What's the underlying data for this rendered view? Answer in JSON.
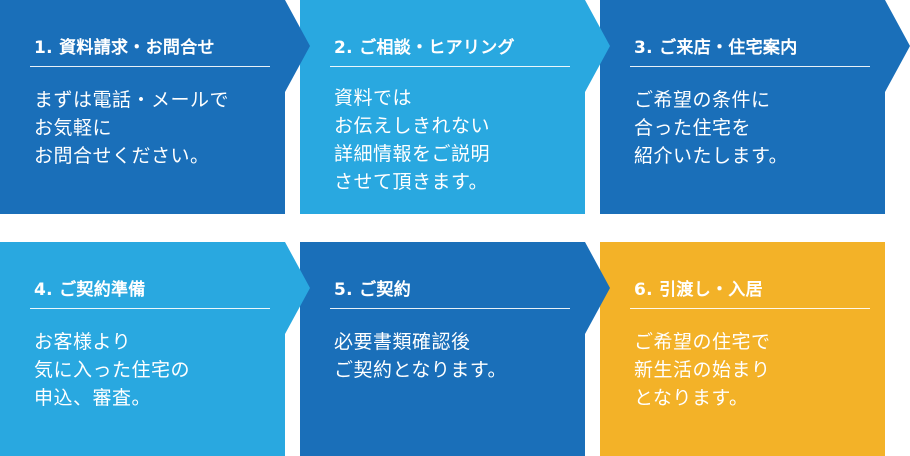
{
  "colors": {
    "dark_blue": "#1a6fb9",
    "light_blue": "#29a8e0",
    "yellow": "#f3b228",
    "text": "#ffffff"
  },
  "steps": [
    {
      "title": "1. 資料請求・お問合せ",
      "color": "#1a6fb9",
      "lines": [
        "まずは電話・メールで",
        "お気軽に",
        "お問合せください。"
      ]
    },
    {
      "title": "2. ご相談・ヒアリング",
      "color": "#29a8e0",
      "lines": [
        "資料では",
        "お伝えしきれない",
        "詳細情報をご説明",
        "させて頂きます。"
      ]
    },
    {
      "title": "3. ご来店・住宅案内",
      "color": "#1a6fb9",
      "lines": [
        "ご希望の条件に",
        "合った住宅を",
        "紹介いたします。"
      ]
    },
    {
      "title": "4. ご契約準備",
      "color": "#29a8e0",
      "lines": [
        "お客様より",
        "気に入った住宅の",
        "申込、審査。"
      ]
    },
    {
      "title": "5. ご契約",
      "color": "#1a6fb9",
      "lines": [
        "必要書類確認後",
        "ご契約となります。"
      ]
    },
    {
      "title": "6. 引渡し・入居",
      "color": "#f3b228",
      "lines": [
        "ご希望の住宅で",
        "新生活の始まり",
        "となります。"
      ]
    }
  ]
}
